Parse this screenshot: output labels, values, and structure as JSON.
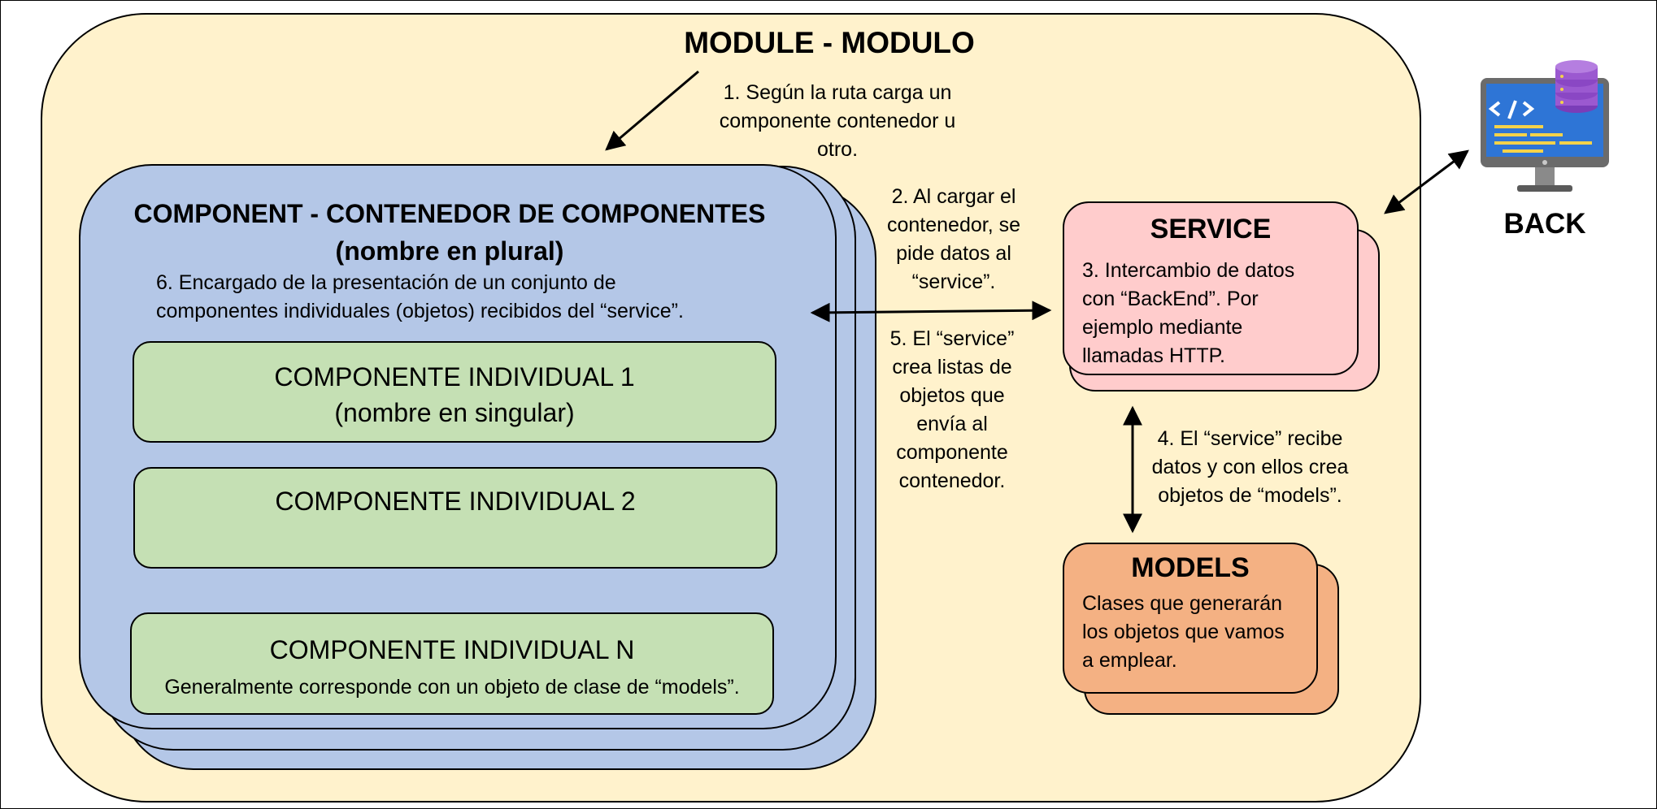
{
  "module": {
    "title": "MODULE - MODULO"
  },
  "container": {
    "title_line1": "COMPONENT - CONTENEDOR DE COMPONENTES",
    "title_line2": "(nombre en plural)",
    "desc_line1": "6. Encargado de la presentación de un conjunto de",
    "desc_line2": "componentes individuales (objetos) recibidos del “service”."
  },
  "individual": [
    {
      "title": "COMPONENTE INDIVIDUAL 1",
      "subtitle": "(nombre en singular)"
    },
    {
      "title": "COMPONENTE INDIVIDUAL 2"
    },
    {
      "title": "COMPONENTE INDIVIDUAL N",
      "note": "Generalmente corresponde con un objeto de clase de “models”."
    }
  ],
  "service": {
    "title": "SERVICE",
    "lines": [
      "3. Intercambio de datos",
      "con “BackEnd”. Por",
      "ejemplo mediante",
      "llamadas HTTP."
    ]
  },
  "models": {
    "title": "MODELS",
    "lines": [
      "Clases que generarán",
      "los objetos que vamos",
      "a emplear."
    ]
  },
  "back": {
    "label": "BACK",
    "icon": "backend-computer-database-icon"
  },
  "annotations": {
    "step1": [
      "1. Según la ruta carga un",
      "componente contenedor u",
      "otro."
    ],
    "step2": [
      "2. Al cargar el",
      "contenedor, se",
      "pide datos al",
      "“service”."
    ],
    "step4": [
      "4. El “service” recibe",
      "datos y con ellos crea",
      "objetos de “models”."
    ],
    "step5": [
      "5. El “service”",
      "crea listas de",
      "objetos que",
      "envía al",
      "componente",
      "contenedor."
    ]
  },
  "colors": {
    "module_fill": "#FFF2CC",
    "container_fill": "#B4C7E7",
    "individual_fill": "#C5E0B4",
    "service_fill": "#FFCCCC",
    "models_fill": "#F4B183",
    "monitor_screen": "#2E75D6",
    "database": "#9B59D0"
  }
}
